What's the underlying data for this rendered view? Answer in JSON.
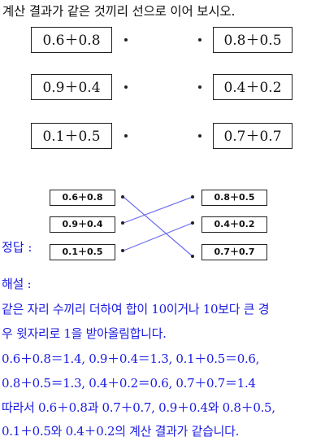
{
  "question": {
    "instruction": "계산 결과가 같은 것끼리 선으로 이어 보시오.",
    "left": [
      "0.6＋0.8",
      "0.9＋0.4",
      "0.1＋0.5"
    ],
    "right": [
      "0.8＋0.5",
      "0.4＋0.2",
      "0.7＋0.7"
    ]
  },
  "answer": {
    "label": "정답 :",
    "left": [
      "0.6＋0.8",
      "0.9＋0.4",
      "0.1＋0.5"
    ],
    "right": [
      "0.8＋0.5",
      "0.4＋0.2",
      "0.7＋0.7"
    ],
    "line_color": "#6b6bf0"
  },
  "explanation": {
    "label": "해설 :",
    "lines": [
      "같은 자리 수끼리 더하여 합이 10이거나 10보다 큰 경",
      "우 윗자리로 1을 받아올림합니다.",
      "0.6＋0.8＝1.4,  0.9＋0.4＝1.3,  0.1＋0.5＝0.6,",
      "0.8＋0.5＝1.3,  0.4＋0.2＝0.6,  0.7＋0.7＝1.4",
      "따라서 0.6＋0.8과 0.7＋0.7,  0.9＋0.4와 0.8＋0.5,",
      "0.1＋0.5와 0.4＋0.2의 계산 결과가 같습니다."
    ],
    "text_color": "#1a1ae0"
  }
}
